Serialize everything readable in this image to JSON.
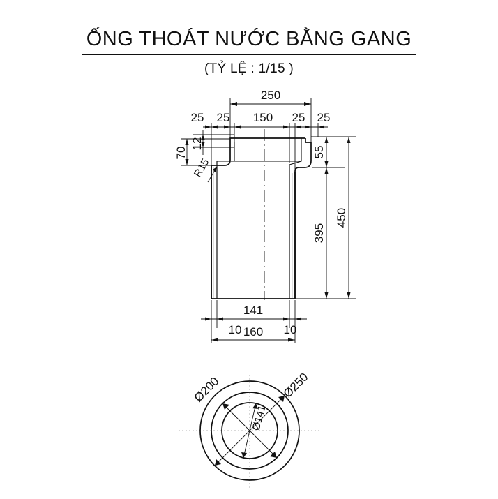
{
  "title": {
    "main": "ỐNG THOÁT NƯỚC BẰNG GANG",
    "subtitle": "(TỶ LỆ : 1/15 )"
  },
  "drawing": {
    "type": "engineering-technical-drawing",
    "subject": "cast iron drainage pipe",
    "views": [
      {
        "name": "front-section-view",
        "label": ""
      },
      {
        "name": "bottom-plan-view",
        "label": ""
      }
    ]
  },
  "dimensions": {
    "overall_width": "250",
    "chain_top": [
      "25",
      "25",
      "150",
      "25",
      "25"
    ],
    "flange_lip_height": "12",
    "flange_offset": "70",
    "radius_fillet": "R15",
    "bell_height": "55",
    "pipe_length": "395",
    "total_length": "450",
    "pipe_inner_width": "141",
    "wall_left": "10",
    "wall_right": "10",
    "pipe_outer_width": "160"
  },
  "plan_view": {
    "outer_diameter": "Ø250",
    "middle_diameter": "Ø200",
    "inner_diameter": "Ø141"
  },
  "colors": {
    "line": "#111111",
    "background": "#ffffff",
    "centerline": "#9a9a9a"
  }
}
